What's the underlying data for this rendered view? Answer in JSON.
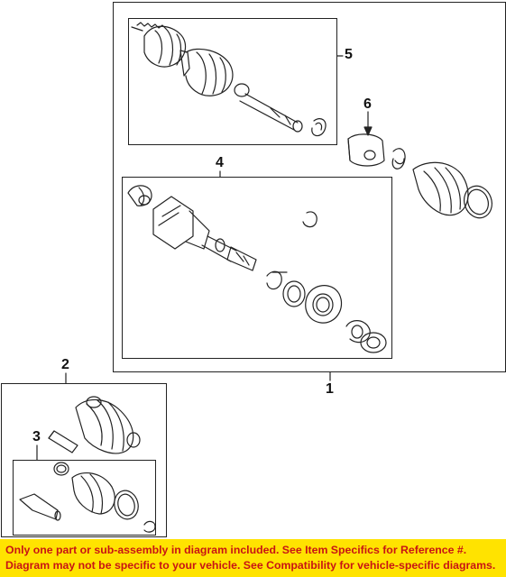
{
  "diagram": {
    "callouts": {
      "c1": "1",
      "c2": "2",
      "c3": "3",
      "c4": "4",
      "c5": "5",
      "c6": "6"
    }
  },
  "footer": {
    "line1": "Only one part or sub-assembly in diagram included. See Item Specifics for Reference #.",
    "line2": "Diagram may not be specific to your vehicle. See Compatibility for vehicle-specific diagrams."
  },
  "colors": {
    "footer_background": "#ffe300",
    "footer_text": "#c81414",
    "line_art": "#222222"
  }
}
